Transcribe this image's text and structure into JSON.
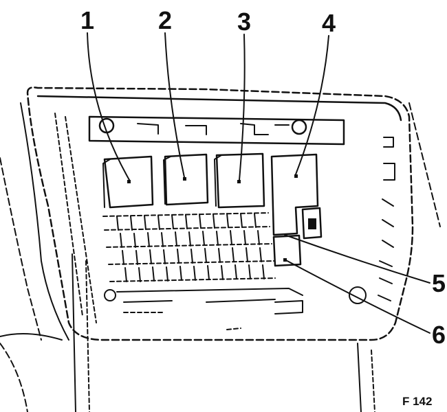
{
  "figure_ref": "F 142",
  "callouts": [
    {
      "id": "1",
      "label": "1"
    },
    {
      "id": "2",
      "label": "2"
    },
    {
      "id": "3",
      "label": "3"
    },
    {
      "id": "4",
      "label": "4"
    },
    {
      "id": "5",
      "label": "5"
    },
    {
      "id": "6",
      "label": "6"
    }
  ],
  "colors": {
    "ink": "#111111",
    "paper": "#ffffff"
  }
}
